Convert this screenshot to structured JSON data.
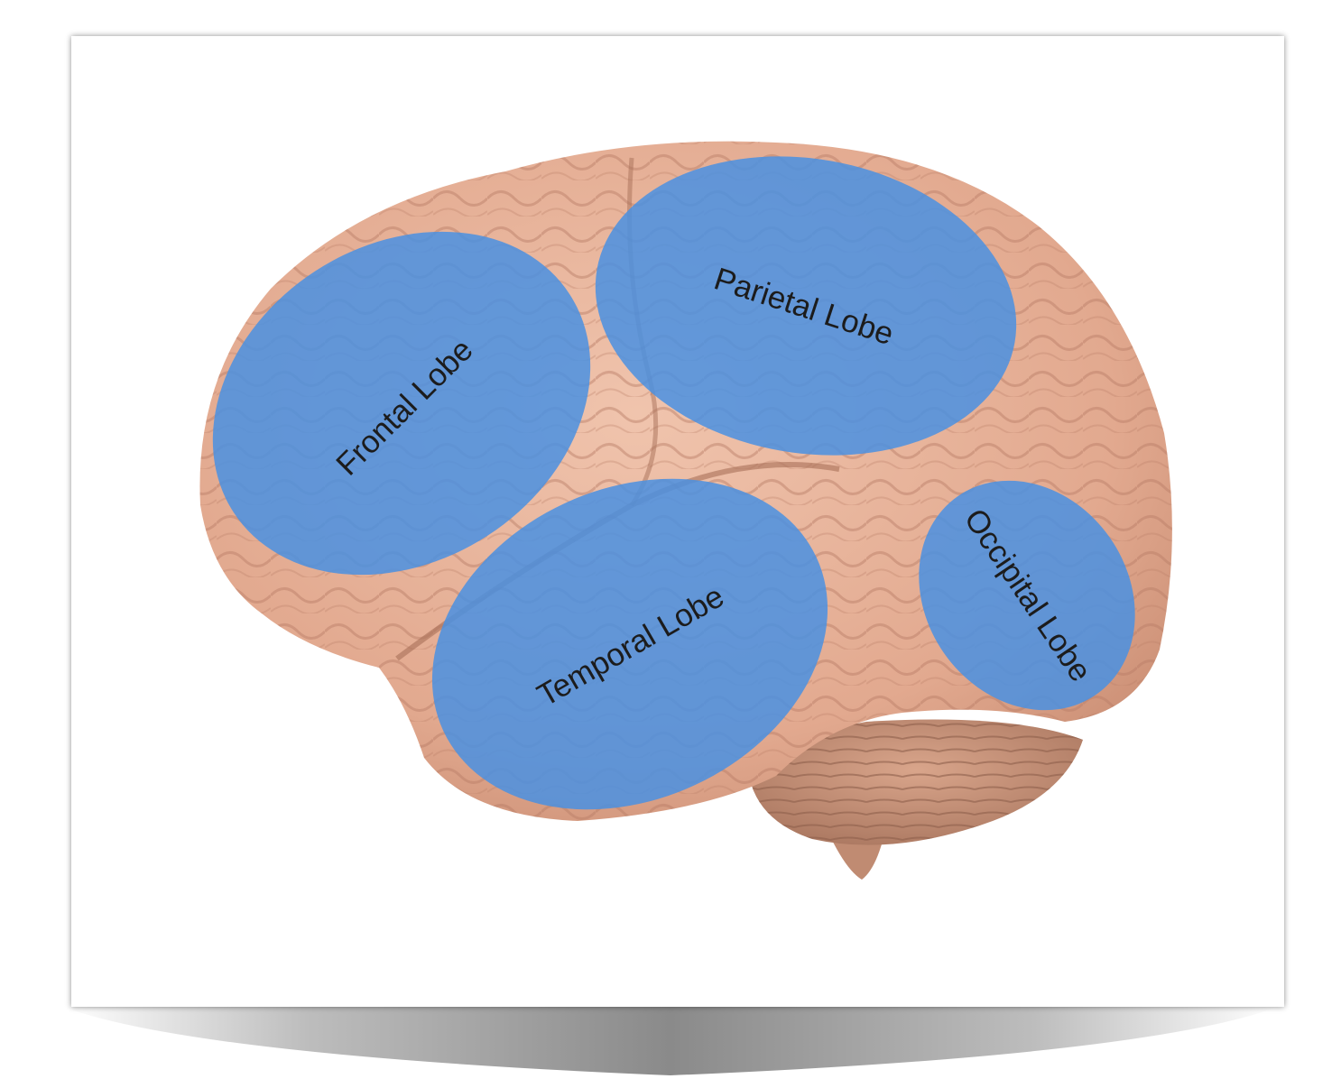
{
  "figure": {
    "subject": "brain-lateral-view",
    "overlay_color": "#4a90e2",
    "brain_color": "#e8b39c",
    "cerebellum_color": "#c9937a"
  },
  "lobes": [
    {
      "id": "frontal",
      "label": "Frontal Lobe"
    },
    {
      "id": "parietal",
      "label": "Parietal Lobe"
    },
    {
      "id": "temporal",
      "label": "Temporal Lobe"
    },
    {
      "id": "occipital",
      "label": "Occipital Lobe"
    }
  ]
}
